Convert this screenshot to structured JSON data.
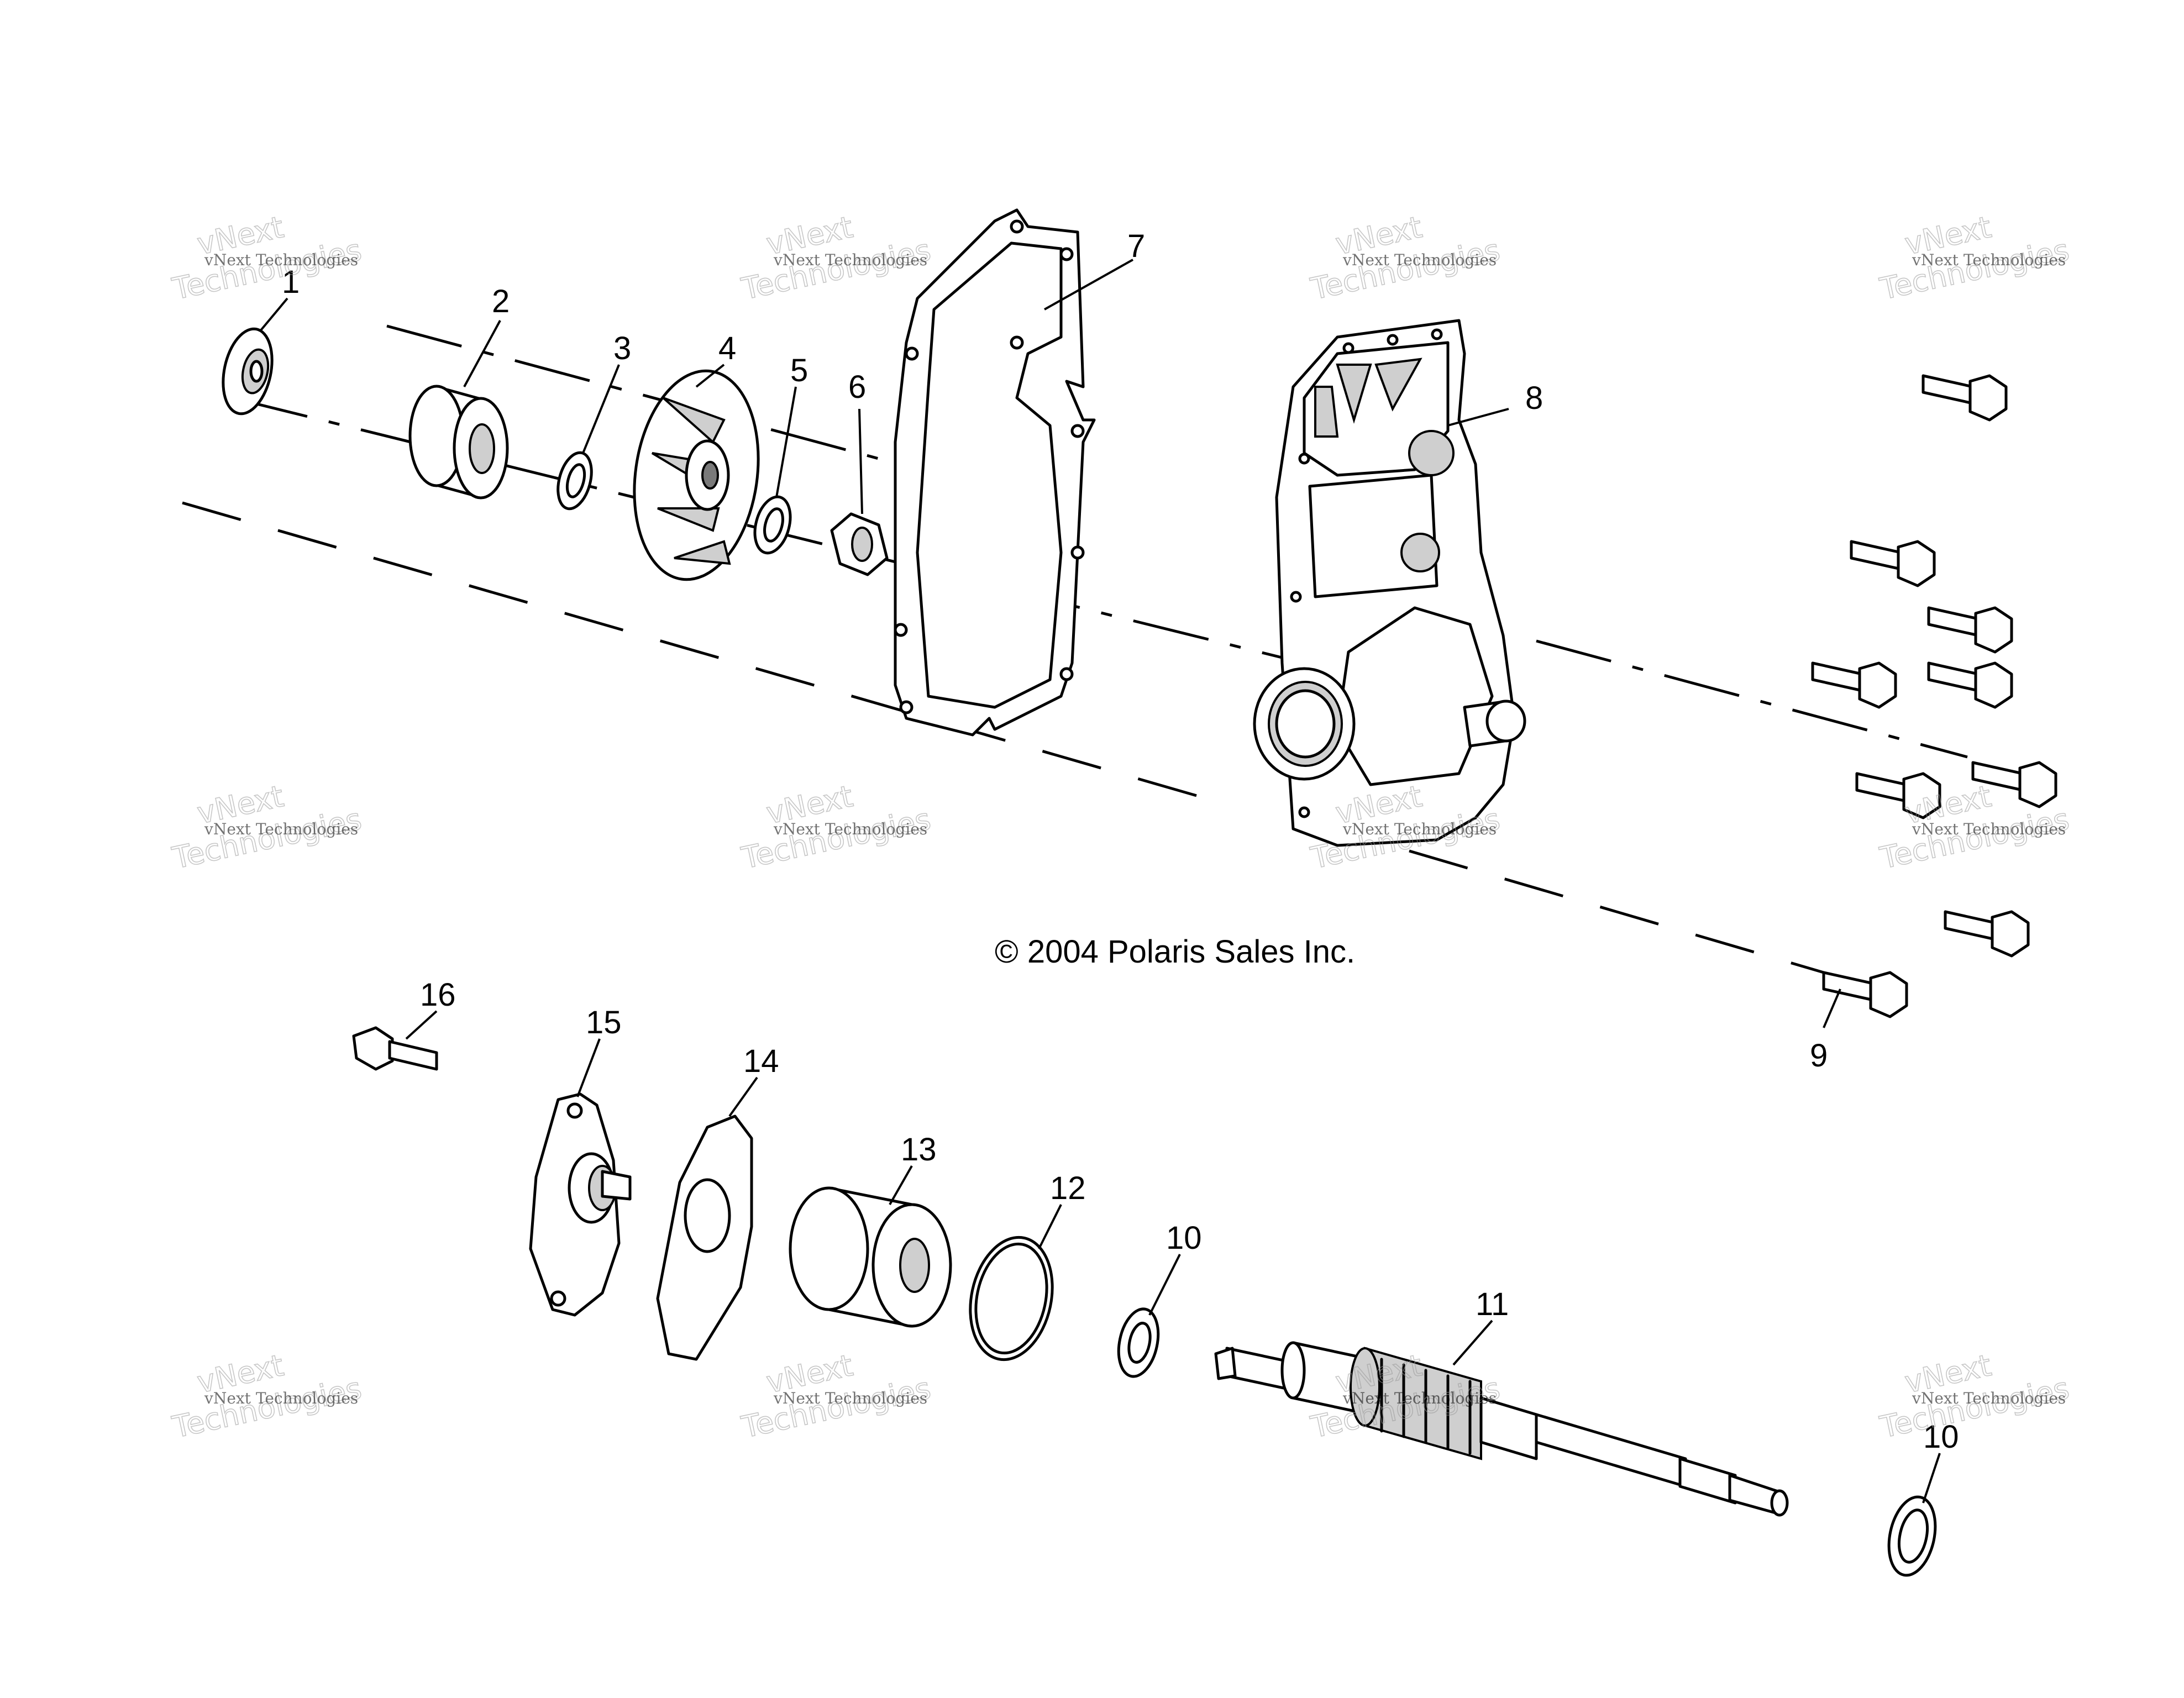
{
  "diagram": {
    "copyright": "© 2004 Polaris Sales Inc.",
    "callouts": [
      "1",
      "2",
      "3",
      "4",
      "5",
      "6",
      "7",
      "8",
      "9",
      "10",
      "11",
      "12",
      "13",
      "14",
      "15",
      "16",
      "10"
    ],
    "watermark": {
      "line1": "vNext",
      "line2": "Technologies",
      "small": "vNext Technologies"
    }
  }
}
